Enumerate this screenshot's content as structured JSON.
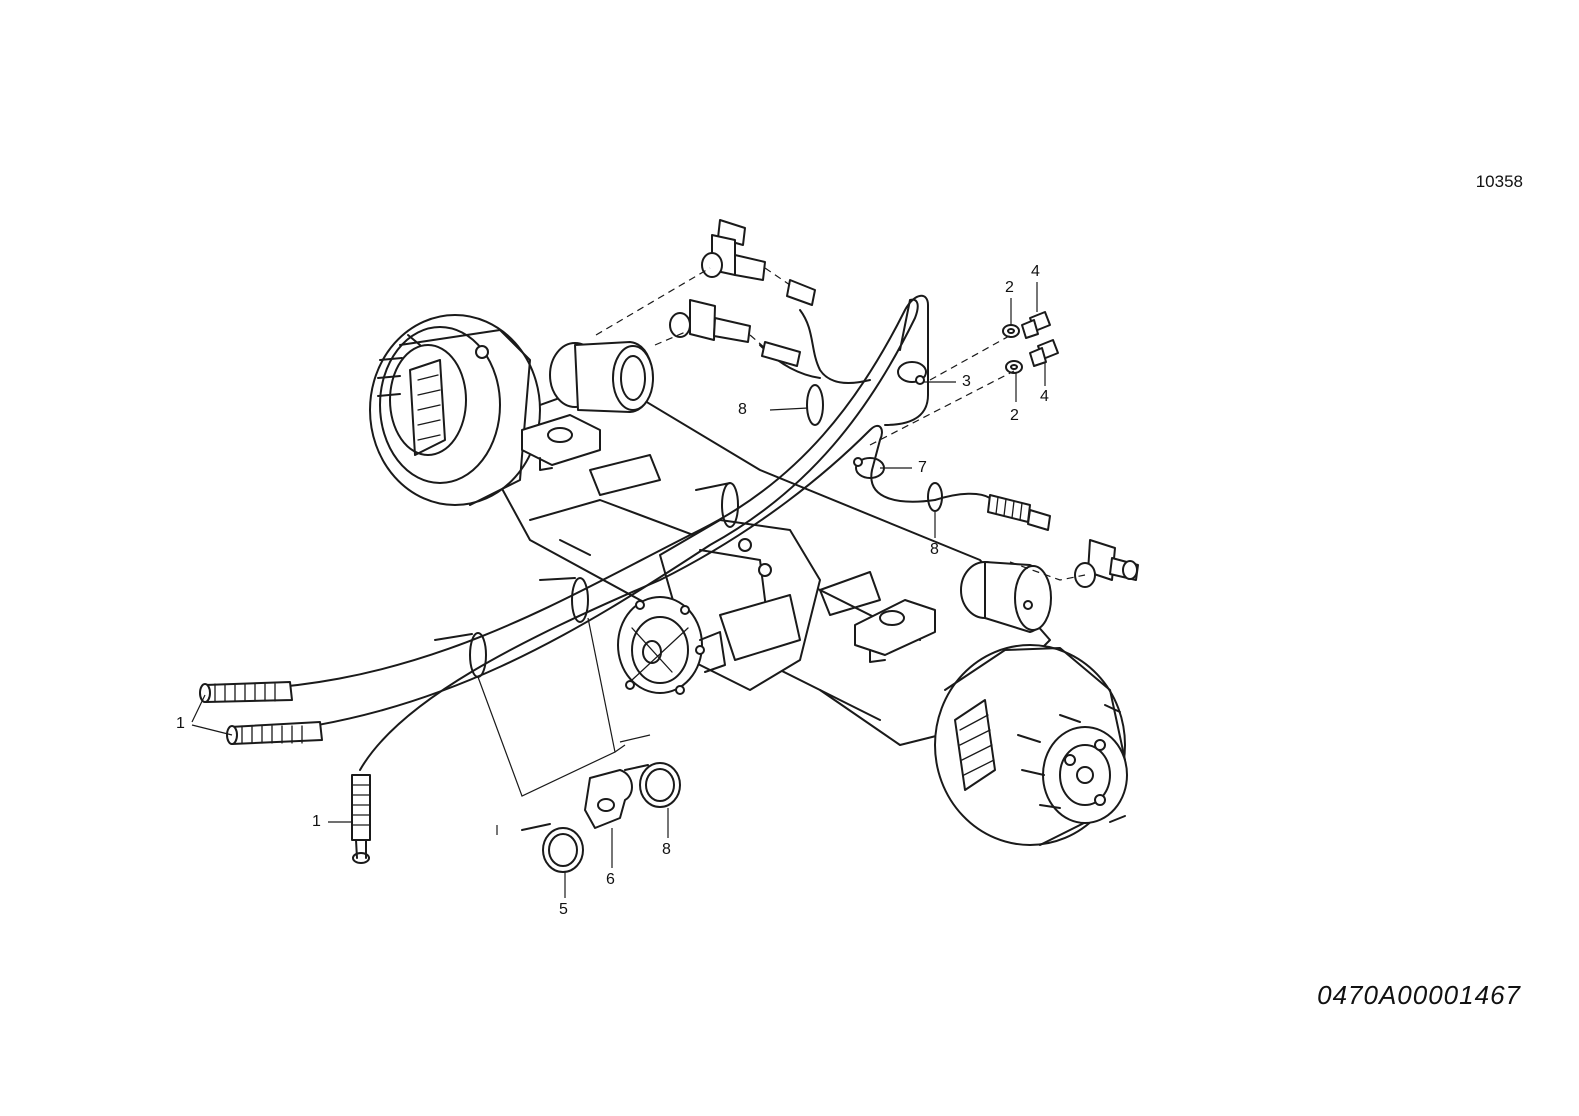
{
  "document": {
    "reference_number": "10358",
    "drawing_number": "0470A00001467"
  },
  "callouts": [
    {
      "label": "1"
    },
    {
      "label": "1"
    },
    {
      "label": "2"
    },
    {
      "label": "2"
    },
    {
      "label": "3"
    },
    {
      "label": "4"
    },
    {
      "label": "4"
    },
    {
      "label": "5"
    },
    {
      "label": "6"
    },
    {
      "label": "7"
    },
    {
      "label": "8"
    },
    {
      "label": "8"
    },
    {
      "label": "8"
    }
  ]
}
